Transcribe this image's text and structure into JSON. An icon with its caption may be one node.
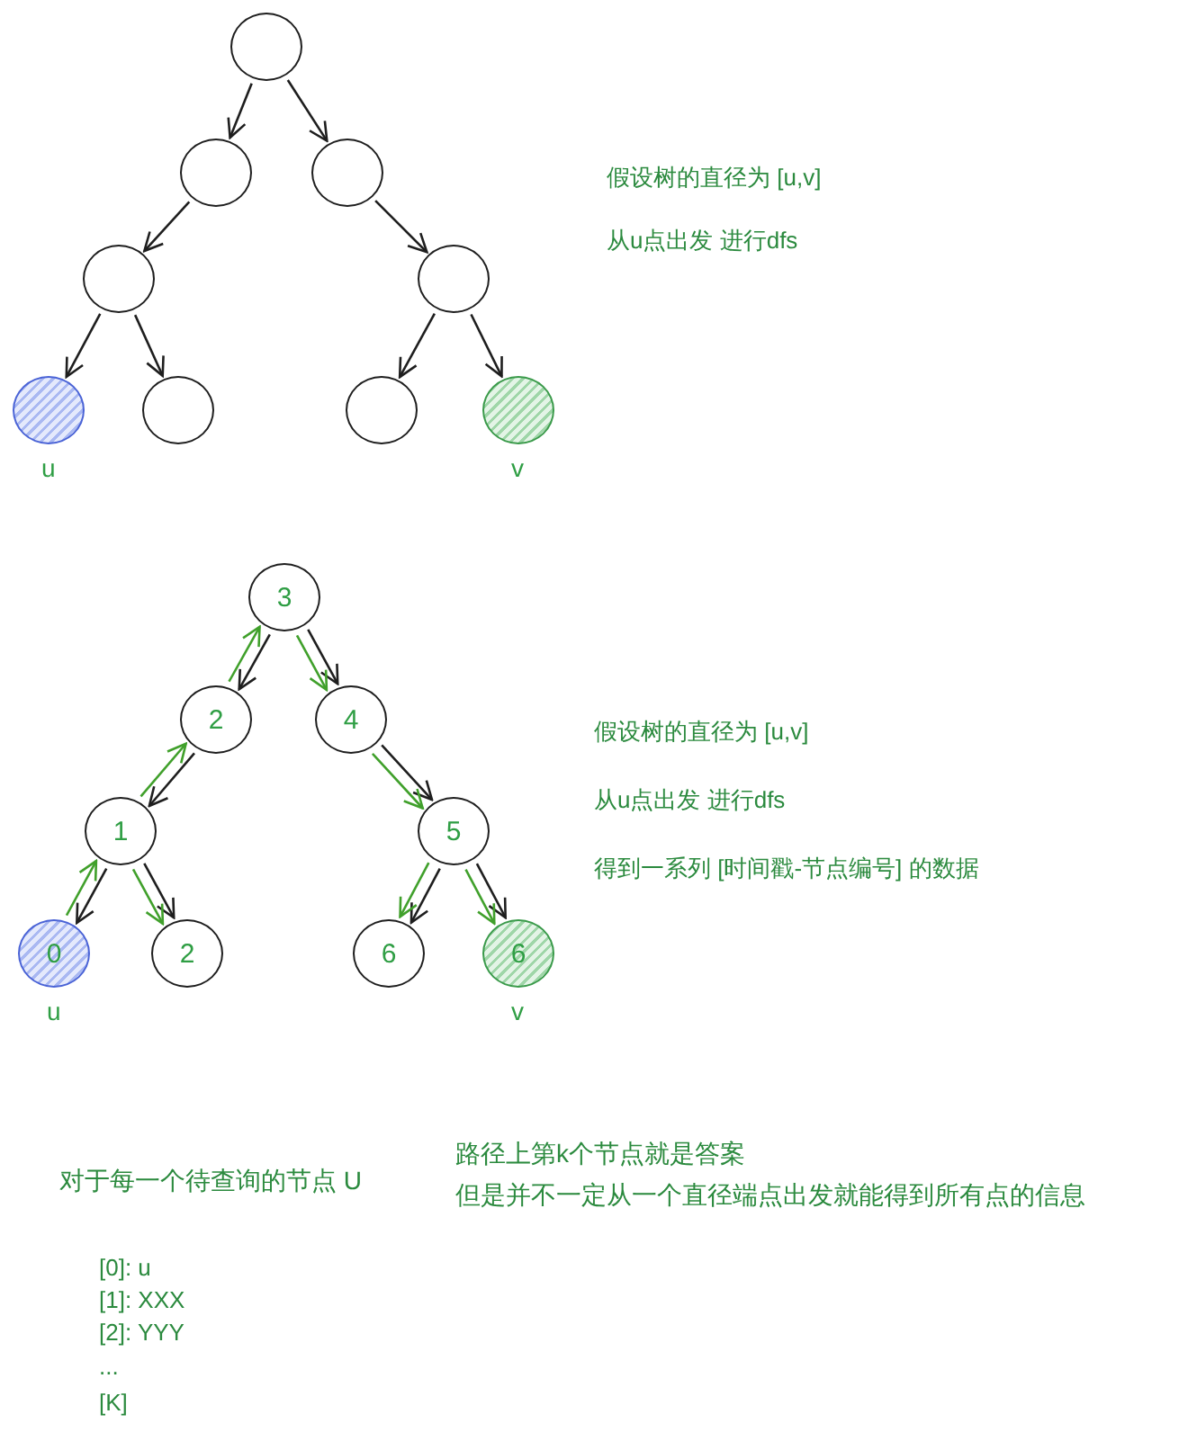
{
  "diagram": {
    "nodes": [
      {
        "text": [],
        "shape": "circle"
      },
      {
        "text": [],
        "shape": "circle"
      },
      {
        "text": [],
        "shape": "circle"
      },
      {
        "text": [],
        "shape": "circle"
      },
      {
        "text": [],
        "shape": "circle"
      },
      {
        "text": [],
        "shape": "circle",
        "beside": [
          "u"
        ]
      },
      {
        "text": [],
        "shape": "circle"
      },
      {
        "text": [],
        "shape": "circle"
      },
      {
        "text": [],
        "shape": "circle",
        "beside": [
          "v"
        ]
      },
      {
        "text": [
          "3"
        ]
      },
      {
        "text": [
          "2"
        ]
      },
      {
        "text": [
          "4"
        ]
      },
      {
        "text": [
          "1"
        ]
      },
      {
        "text": [
          "5"
        ]
      },
      {
        "text": [
          "0"
        ],
        "beside": [
          "u"
        ]
      },
      {
        "text": [
          "2"
        ]
      },
      {
        "text": [
          "6"
        ]
      },
      {
        "text": [
          "6"
        ],
        "beside": [
          "v"
        ]
      }
    ],
    "edges": [
      {
        "from": 0,
        "to": 1,
        "arrow": "to"
      },
      {
        "from": 0,
        "to": 2,
        "arrow": "to"
      },
      {
        "from": 1,
        "to": 3,
        "arrow": "to"
      },
      {
        "from": 2,
        "to": 4,
        "arrow": "to"
      },
      {
        "from": 3,
        "to": 5,
        "arrow": "to"
      },
      {
        "from": 3,
        "to": 6,
        "arrow": "to"
      },
      {
        "from": 4,
        "to": 7,
        "arrow": "to"
      },
      {
        "from": 4,
        "to": 8,
        "arrow": "to"
      },
      {
        "from": 9,
        "to": 10,
        "arrow": "to"
      },
      {
        "from": 9,
        "to": 11,
        "arrow": "to"
      },
      {
        "from": 10,
        "to": 12,
        "arrow": "to"
      },
      {
        "from": 11,
        "to": 13,
        "arrow": "to"
      },
      {
        "from": 12,
        "to": 14,
        "arrow": "to"
      },
      {
        "from": 12,
        "to": 15,
        "arrow": "to"
      },
      {
        "from": 13,
        "to": 16,
        "arrow": "to"
      },
      {
        "from": 13,
        "to": 17,
        "arrow": "to"
      },
      {
        "from": 14,
        "to": 12,
        "arrow": "to",
        "color": "#40a02b"
      },
      {
        "from": 12,
        "to": 10,
        "arrow": "to",
        "color": "#40a02b"
      },
      {
        "from": 10,
        "to": 9,
        "arrow": "to",
        "color": "#40a02b"
      },
      {
        "from": 9,
        "to": 11,
        "arrow": "to",
        "color": "#40a02b"
      },
      {
        "from": 11,
        "to": 13,
        "arrow": "to",
        "color": "#40a02b"
      },
      {
        "from": 12,
        "to": 15,
        "arrow": "to",
        "color": "#40a02b"
      },
      {
        "from": 13,
        "to": 16,
        "arrow": "to",
        "color": "#40a02b"
      },
      {
        "from": 13,
        "to": 17,
        "arrow": "to",
        "color": "#40a02b"
      }
    ],
    "labels": [
      "假设树的直径为 [u,v]",
      "从u点出发 进行dfs",
      "假设树的直径为 [u,v]",
      "从u点出发 进行dfs",
      "得到一系列 [时间戳-节点编号] 的数据",
      "对于每一个待查询的节点 U",
      "路径上第k个节点就是答案",
      "但是并不一定从一个直径端点出发就能得到所有点的信息",
      "[0]: u",
      "[1]: XXX",
      "[2]: YYY",
      "...",
      "[K]"
    ]
  }
}
